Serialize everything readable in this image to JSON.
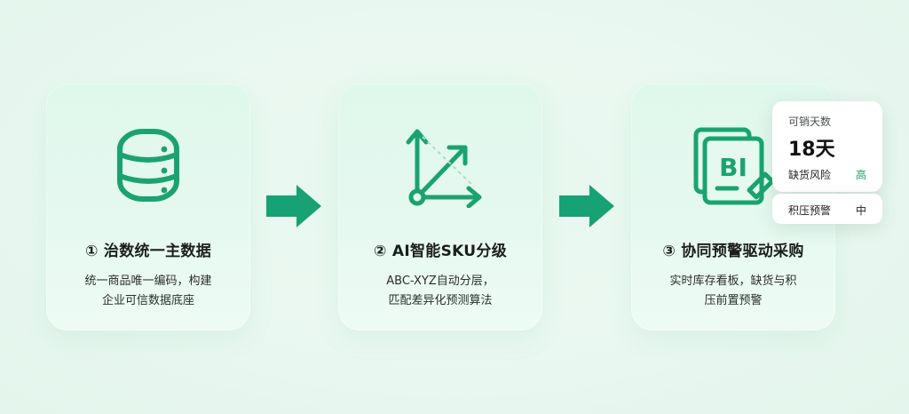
{
  "steps": [
    {
      "title": "① 治数统一主数据",
      "desc_line1": "统一商品唯一编码，构建",
      "desc_line2": "企业可信数据底座",
      "icon": "database-icon"
    },
    {
      "title": "② AI智能SKU分级",
      "desc_line1": "ABC-XYZ自动分层，",
      "desc_line2": "匹配差异化预测算法",
      "icon": "chart-axis-icon"
    },
    {
      "title": "③ 协同预警驱动采购",
      "desc_line1": "实时库存看板，缺货与积",
      "desc_line2": "压前置预警",
      "icon": "bi-report-icon",
      "icon_text": "BI"
    }
  ],
  "popover": {
    "title": "可销天数",
    "value": "18天",
    "rows": [
      {
        "label": "缺货风险",
        "value": "高"
      },
      {
        "label": "积压预警",
        "value": "中"
      }
    ]
  },
  "colors": {
    "accent": "#1aa370",
    "arrow": "#16a274",
    "high": "#1ea06a"
  }
}
